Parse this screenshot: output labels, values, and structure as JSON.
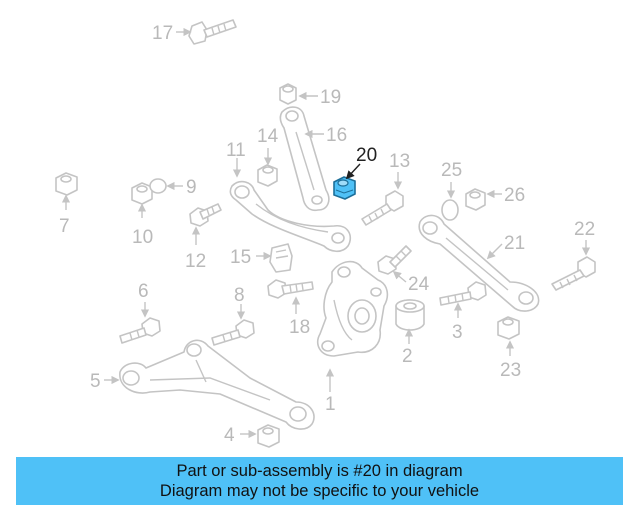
{
  "diagram": {
    "highlight_part": "20",
    "highlight_color": "#4fc1f7",
    "callouts": [
      "1",
      "2",
      "3",
      "4",
      "5",
      "6",
      "7",
      "8",
      "9",
      "10",
      "11",
      "12",
      "13",
      "14",
      "15",
      "16",
      "17",
      "18",
      "19",
      "20",
      "21",
      "22",
      "23",
      "24",
      "25",
      "26"
    ]
  },
  "caption": {
    "line1": "Part or sub-assembly is #20 in diagram",
    "line2": "Diagram may not be specific to your vehicle",
    "background": "#4fc1f7"
  }
}
